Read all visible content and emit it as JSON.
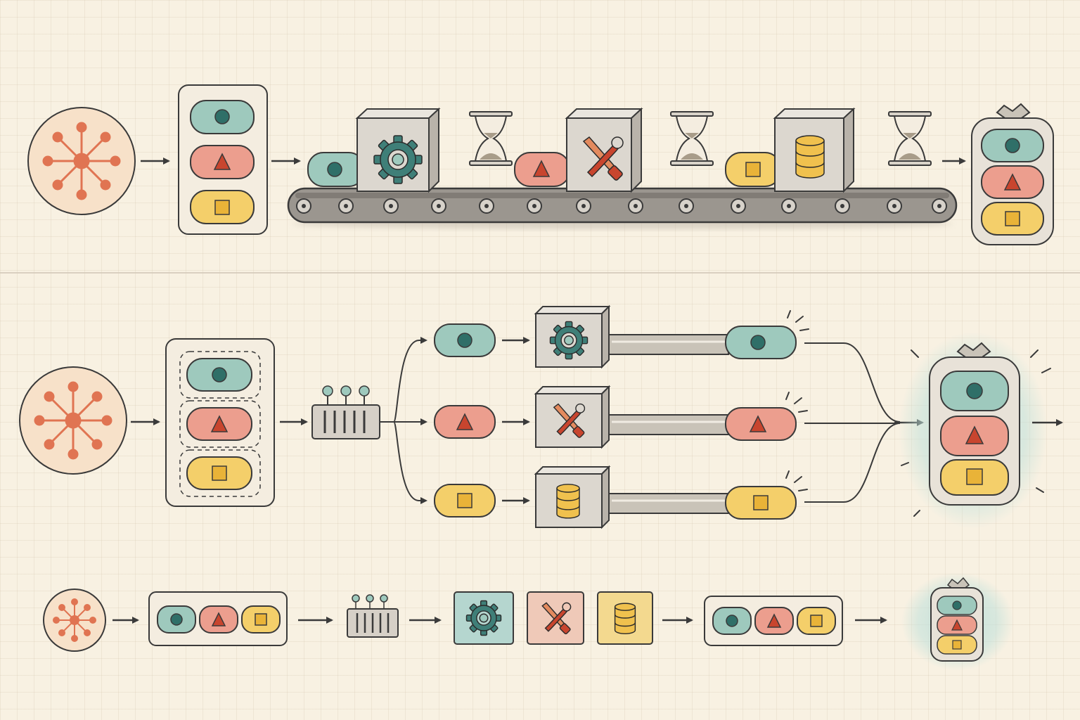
{
  "colors": {
    "background": "#f8f1e2",
    "ink": "#3a3a3a",
    "teal_fill": "#9ec9bd",
    "teal_dot": "#2f6f68",
    "salmon_fill": "#ec9e8e",
    "salmon_mark": "#c8452e",
    "yellow_fill": "#f4cf6a",
    "yellow_mark": "#b07d10",
    "hub": "#e07452",
    "machine_face": "#dcd7cf",
    "belt": "#8f8b86",
    "glow": "#bfe0da"
  },
  "items": [
    {
      "name": "teal-item",
      "shape": "circle",
      "icon": "circle-dot-icon"
    },
    {
      "name": "salmon-item",
      "shape": "triangle",
      "icon": "triangle-icon"
    },
    {
      "name": "yellow-item",
      "shape": "square",
      "icon": "square-icon"
    }
  ],
  "machines": [
    {
      "name": "gear-machine",
      "icon": "gear-icon"
    },
    {
      "name": "tools-machine",
      "icon": "wrench-screwdriver-icon"
    },
    {
      "name": "database-machine",
      "icon": "database-icon"
    }
  ],
  "rows": [
    {
      "name": "sequential-pipeline",
      "mode": "sequential",
      "wait_icon": "hourglass-icon"
    },
    {
      "name": "parallel-pipeline",
      "mode": "parallel",
      "splitter_icon": "distributor-icon"
    },
    {
      "name": "compact-pipeline",
      "mode": "summary"
    }
  ]
}
